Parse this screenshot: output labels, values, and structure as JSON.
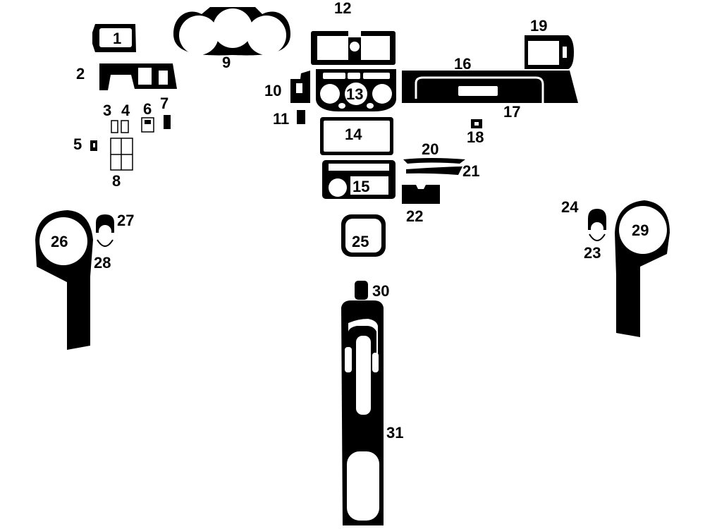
{
  "diagram": {
    "colors": {
      "piece": "#000000",
      "background": "#ffffff",
      "label": "#000000"
    },
    "pieces": [
      {
        "id": "1",
        "label": "1"
      },
      {
        "id": "2",
        "label": "2"
      },
      {
        "id": "3",
        "label": "3"
      },
      {
        "id": "4",
        "label": "4"
      },
      {
        "id": "5",
        "label": "5"
      },
      {
        "id": "6",
        "label": "6"
      },
      {
        "id": "7",
        "label": "7"
      },
      {
        "id": "8",
        "label": "8"
      },
      {
        "id": "9",
        "label": "9"
      },
      {
        "id": "10",
        "label": "10"
      },
      {
        "id": "11",
        "label": "11"
      },
      {
        "id": "12",
        "label": "12"
      },
      {
        "id": "13",
        "label": "13"
      },
      {
        "id": "14",
        "label": "14"
      },
      {
        "id": "15",
        "label": "15"
      },
      {
        "id": "16",
        "label": "16"
      },
      {
        "id": "17",
        "label": "17"
      },
      {
        "id": "18",
        "label": "18"
      },
      {
        "id": "19",
        "label": "19"
      },
      {
        "id": "20",
        "label": "20"
      },
      {
        "id": "21",
        "label": "21"
      },
      {
        "id": "22",
        "label": "22"
      },
      {
        "id": "23",
        "label": "23"
      },
      {
        "id": "24",
        "label": "24"
      },
      {
        "id": "25",
        "label": "25"
      },
      {
        "id": "26",
        "label": "26"
      },
      {
        "id": "27",
        "label": "27"
      },
      {
        "id": "28",
        "label": "28"
      },
      {
        "id": "29",
        "label": "29"
      },
      {
        "id": "30",
        "label": "30"
      },
      {
        "id": "31",
        "label": "31"
      }
    ]
  }
}
